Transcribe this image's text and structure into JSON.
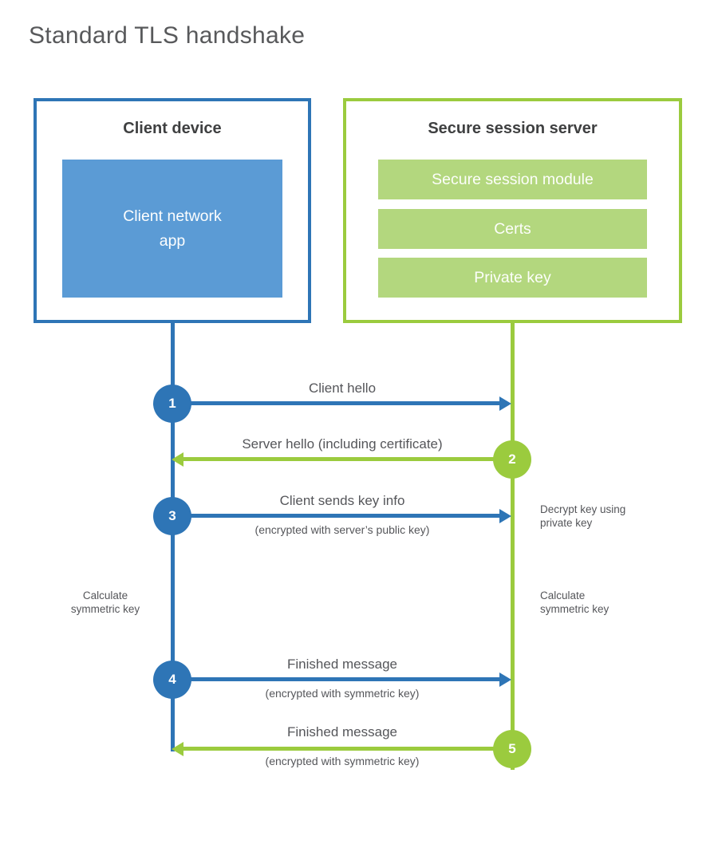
{
  "title": "Standard TLS handshake",
  "client": {
    "title": "Client device",
    "app_label": "Client network\napp"
  },
  "server": {
    "title": "Secure session server",
    "modules": [
      "Secure session module",
      "Certs",
      "Private key"
    ]
  },
  "steps": [
    {
      "num": "1",
      "from": "client",
      "label": "Client hello",
      "sublabel": ""
    },
    {
      "num": "2",
      "from": "server",
      "label": "Server hello (including certificate)",
      "sublabel": ""
    },
    {
      "num": "3",
      "from": "client",
      "label": "Client sends key info",
      "sublabel": "(encrypted with server’s public key)"
    },
    {
      "num": "4",
      "from": "client",
      "label": "Finished message",
      "sublabel": "(encrypted with symmetric key)"
    },
    {
      "num": "5",
      "from": "server",
      "label": "Finished message",
      "sublabel": "(encrypted with symmetric key)"
    }
  ],
  "notes": {
    "decrypt": "Decrypt key using\nprivate key",
    "calc_left": "Calculate\nsymmetric key",
    "calc_right": "Calculate\nsymmetric key"
  },
  "colors": {
    "blue": "#2e75b6",
    "blue_fill": "#5b9bd5",
    "green": "#9bcb3e",
    "green_fill": "#b3d77e",
    "heading_ink": "#3f4041",
    "text_ink": "#55565a",
    "title_ink": "#58595b"
  }
}
